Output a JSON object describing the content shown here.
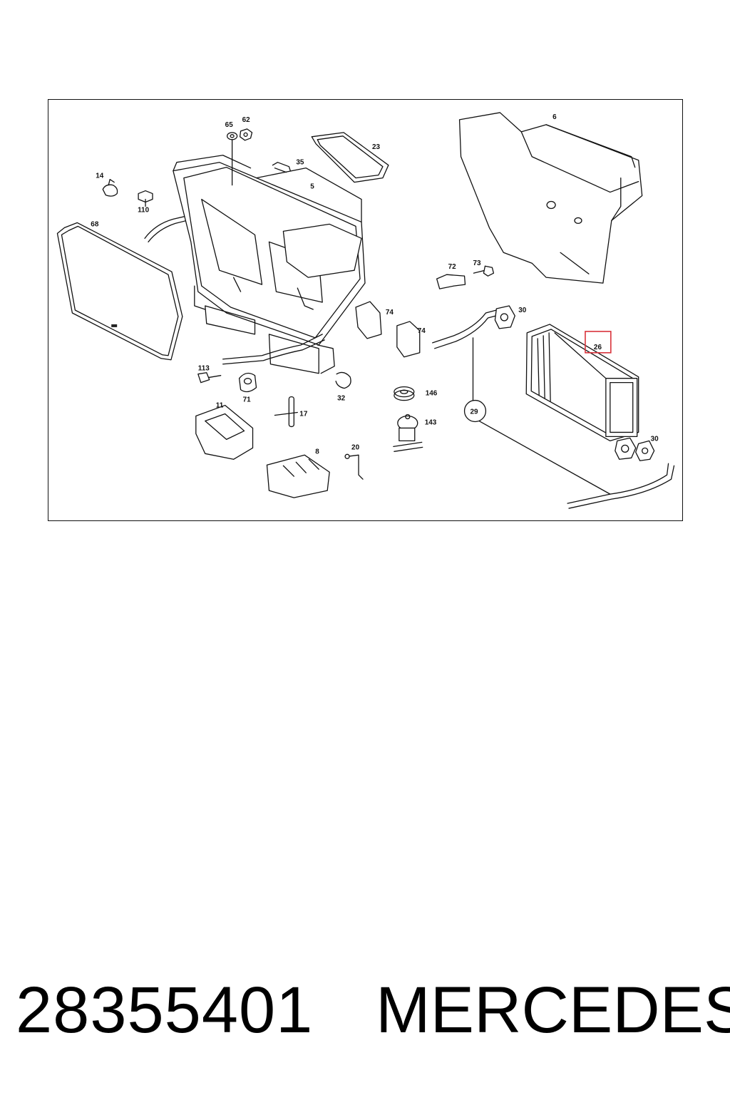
{
  "diagram": {
    "callouts": {
      "c6": "6",
      "c65": "65",
      "c62": "62",
      "c23": "23",
      "c35": "35",
      "c5": "5",
      "c14": "14",
      "c110": "110",
      "c68": "68",
      "c72": "72",
      "c73": "73",
      "c74a": "74",
      "c74b": "74",
      "c30a": "30",
      "c26": "26",
      "c113": "113",
      "c71": "71",
      "c32": "32",
      "c146": "146",
      "c29": "29",
      "c11": "11",
      "c17": "17",
      "c143": "143",
      "c8": "8",
      "c20": "20",
      "c30b": "30"
    },
    "highlighted_callout": "26",
    "highlight_color": "#d9323a"
  },
  "footer": {
    "part_number": "28355401",
    "brand": "MERCEDES"
  }
}
